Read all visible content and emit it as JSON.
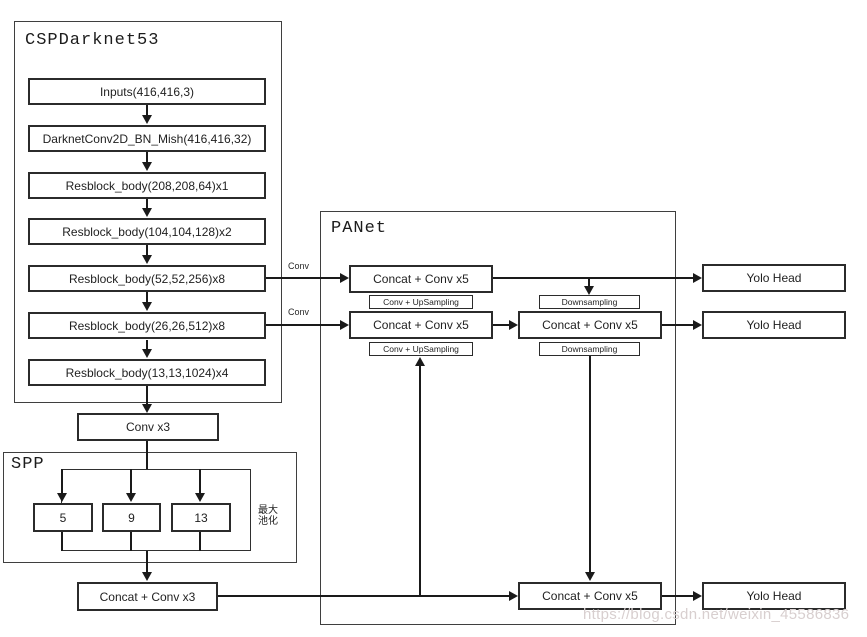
{
  "backbone": {
    "title": "CSPDarknet53",
    "blocks": [
      "Inputs(416,416,3)",
      "DarknetConv2D_BN_Mish(416,416,32)",
      "Resblock_body(208,208,64)x1",
      "Resblock_body(104,104,128)x2",
      "Resblock_body(52,52,256)x8",
      "Resblock_body(26,26,512)x8",
      "Resblock_body(13,13,1024)x4"
    ],
    "branch_label": "Conv"
  },
  "neck": {
    "conv_x3": "Conv x3",
    "spp": {
      "title": "SPP",
      "pools": [
        "5",
        "9",
        "13"
      ],
      "note_line1": "最大",
      "note_line2": "池化"
    },
    "concat_conv3": "Concat + Conv x3",
    "panet": {
      "title": "PANet",
      "concat_conv5": "Concat + Conv x5",
      "conv_upsampling": "Conv + UpSampling",
      "downsampling": "Downsampling"
    }
  },
  "heads": {
    "label": "Yolo Head"
  },
  "watermark": "https://blog.csdn.net/weixin_45586836",
  "colors": {
    "background": "#ffffff",
    "line": "#1a1a1a",
    "box_border": "#2b2b2b",
    "frame_border": "#3f3f3f",
    "watermark_text": "#d8cfcf"
  }
}
